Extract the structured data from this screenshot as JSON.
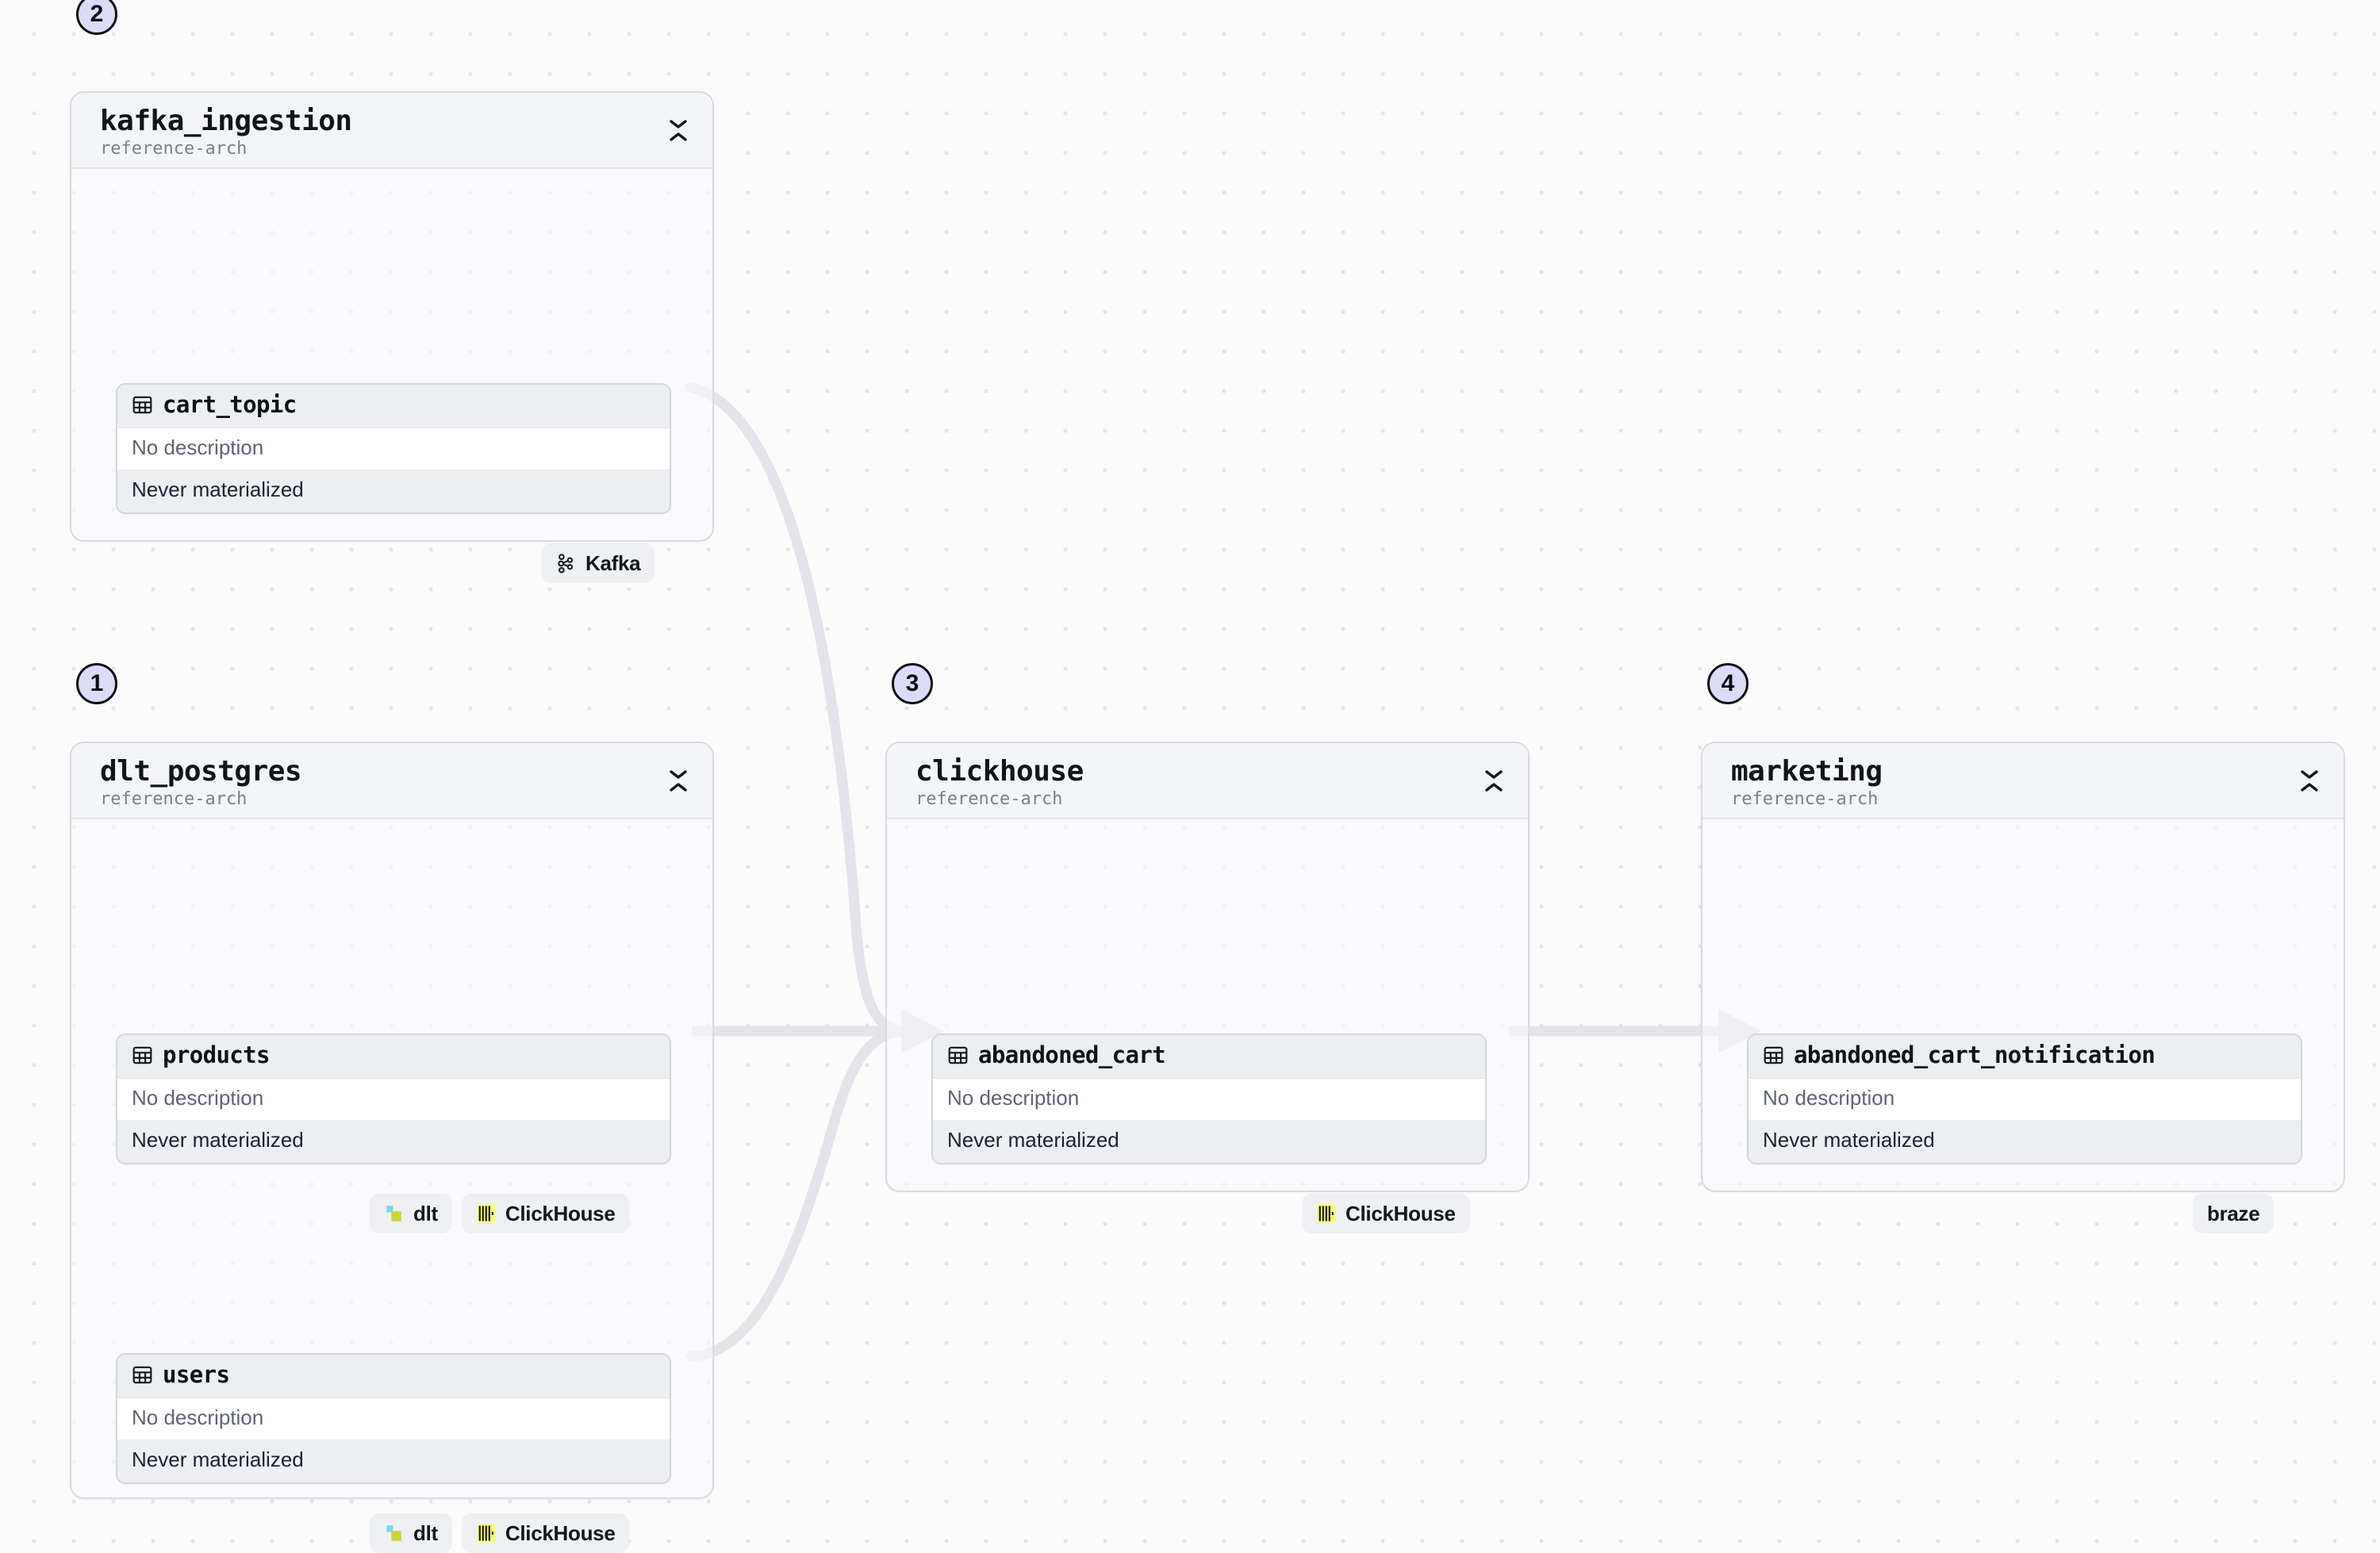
{
  "canvas": {
    "background": "#fbfbfc",
    "dot_color": "#e3e4e9",
    "edge_color": "#e2e4e9",
    "accent": "#dcdcf7"
  },
  "groups": [
    {
      "id": "kafka_ingestion",
      "title": "kafka_ingestion",
      "subtitle": "reference-arch",
      "step": "2",
      "collapse_icon": "collapse-chevrons-icon",
      "nodes": [
        {
          "id": "cart_topic",
          "name": "cart_topic",
          "icon": "table-icon",
          "description": "No description",
          "materialization": "Never materialized"
        }
      ],
      "badges": [
        {
          "label": "Kafka",
          "icon": "kafka-icon"
        }
      ]
    },
    {
      "id": "dlt_postgres",
      "title": "dlt_postgres",
      "subtitle": "reference-arch",
      "step": "1",
      "collapse_icon": "collapse-chevrons-icon",
      "nodes": [
        {
          "id": "products",
          "name": "products",
          "icon": "table-icon",
          "description": "No description",
          "materialization": "Never materialized"
        },
        {
          "id": "users",
          "name": "users",
          "icon": "table-icon",
          "description": "No description",
          "materialization": "Never materialized"
        }
      ],
      "badges_products": [
        {
          "label": "dlt",
          "icon": "dlt-icon"
        },
        {
          "label": "ClickHouse",
          "icon": "clickhouse-icon"
        }
      ],
      "badges_users": [
        {
          "label": "dlt",
          "icon": "dlt-icon"
        },
        {
          "label": "ClickHouse",
          "icon": "clickhouse-icon"
        }
      ]
    },
    {
      "id": "clickhouse",
      "title": "clickhouse",
      "subtitle": "reference-arch",
      "step": "3",
      "collapse_icon": "collapse-chevrons-icon",
      "nodes": [
        {
          "id": "abandoned_cart",
          "name": "abandoned_cart",
          "icon": "table-icon",
          "description": "No description",
          "materialization": "Never materialized"
        }
      ],
      "badges": [
        {
          "label": "ClickHouse",
          "icon": "clickhouse-icon"
        }
      ]
    },
    {
      "id": "marketing",
      "title": "marketing",
      "subtitle": "reference-arch",
      "step": "4",
      "collapse_icon": "collapse-chevrons-icon",
      "nodes": [
        {
          "id": "abandoned_cart_notification",
          "name": "abandoned_cart_notification",
          "icon": "table-icon",
          "description": "No description",
          "materialization": "Never materialized"
        }
      ],
      "badges": [
        {
          "label": "braze",
          "icon": null
        }
      ]
    }
  ],
  "edges": [
    {
      "from": "cart_topic",
      "to": "abandoned_cart",
      "style": "curved"
    },
    {
      "from": "products",
      "to": "abandoned_cart",
      "style": "straight"
    },
    {
      "from": "users",
      "to": "abandoned_cart",
      "style": "curved"
    },
    {
      "from": "abandoned_cart",
      "to": "abandoned_cart_notification",
      "style": "straight"
    }
  ]
}
